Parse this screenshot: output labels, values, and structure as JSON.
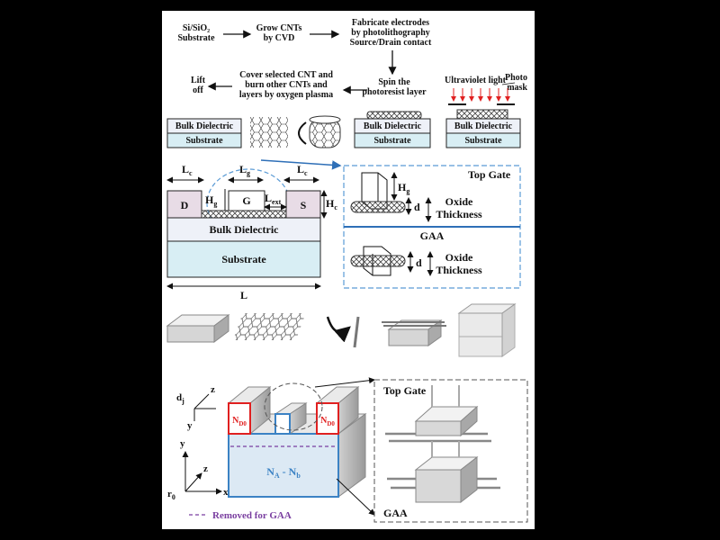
{
  "flow": {
    "step1": [
      "Si/SiO₂",
      "Substrate"
    ],
    "step2": [
      "Grow CNTs",
      "by CVD"
    ],
    "step3": [
      "Fabricate electrodes",
      "by photolithography",
      "Source/Drain contact"
    ],
    "step4": [
      "Spin the",
      "photoresist layer"
    ],
    "step5": [
      "Cover selected CNT and",
      "burn other CNTs and",
      "layers by oxygen plasma"
    ],
    "step6": [
      "Lift",
      "off"
    ],
    "uv": "Ultraviolet light",
    "mask": [
      "Photo",
      "mask"
    ]
  },
  "layers": {
    "bulk": "Bulk Dielectric",
    "substrate": "Substrate"
  },
  "device": {
    "Lc": "L",
    "Lc_sub": "c",
    "Lg": "L",
    "Lg_sub": "g",
    "Hg": "H",
    "Hg_sub": "g",
    "Hc": "H",
    "Hc_sub": "c",
    "Lext": "L",
    "Lext_sub": "ext",
    "L": "L",
    "D": "D",
    "G": "G",
    "S": "S"
  },
  "gates": {
    "top": "Top Gate",
    "gaa": "GAA",
    "oxide": [
      "Oxide",
      "Thickness"
    ],
    "d": "d",
    "Hg": "H",
    "Hg_sub": "g"
  },
  "model": {
    "dj": "d",
    "dj_sub": "j",
    "z": "z",
    "y": "y",
    "x": "x",
    "r0": "r",
    "r0_sub": "0",
    "nd0": "N",
    "nd0_sub": "D0",
    "na": "N",
    "na_sub": "A",
    "nb": "N",
    "nb_sub": "b",
    "removed": "Removed for GAA",
    "top": "Top Gate",
    "gaa": "GAA"
  },
  "colors": {
    "dielectric": "#eef1f8",
    "substrate": "#d8eef4",
    "contact": "#e8dce6",
    "dashed_blue": "#5b9bd5",
    "arrow_blue": "#2e6fb7",
    "red": "#e02020",
    "purple": "#7a3fa0",
    "label_blue": "#3b82c4"
  }
}
